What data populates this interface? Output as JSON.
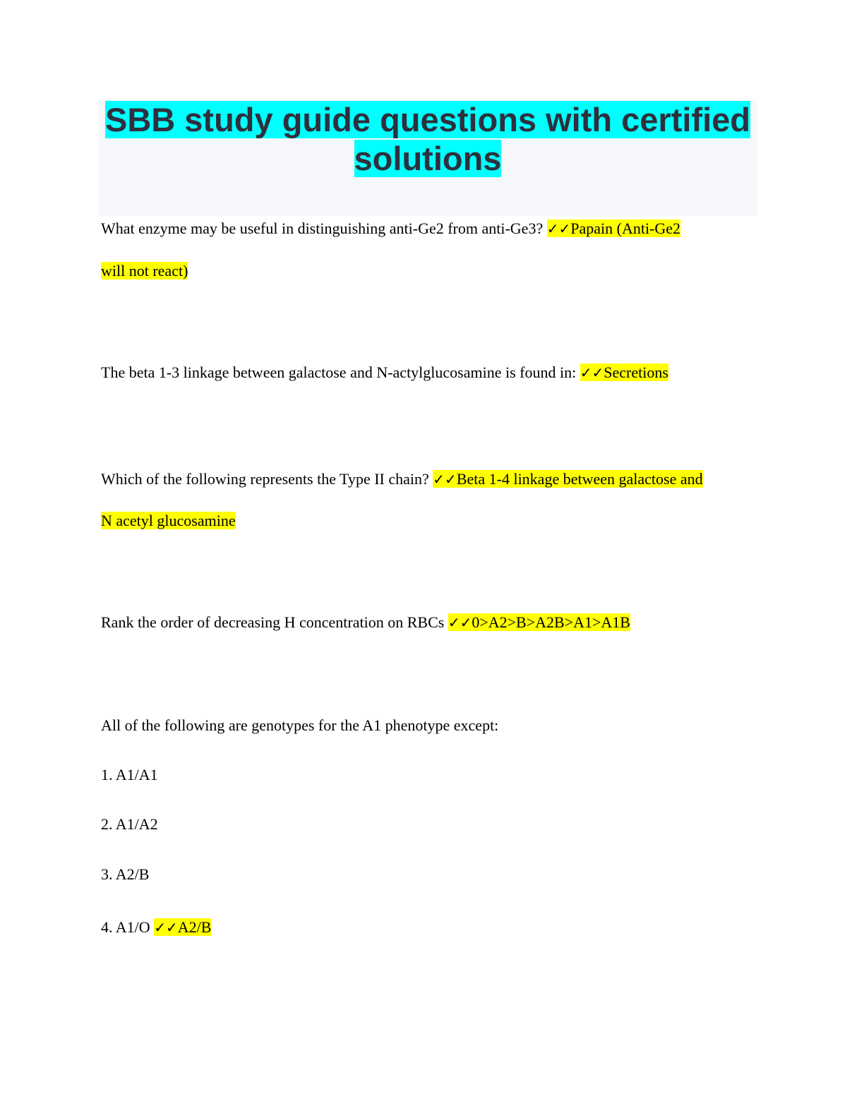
{
  "title": {
    "line1": "SBB study guide questions with certified",
    "line2": "solutions"
  },
  "check_mark": "✓✓",
  "colors": {
    "title_highlight": "#00ffff",
    "answer_highlight": "#ffff00",
    "title_text": "#2e303d"
  },
  "questions": [
    {
      "question": "What enzyme may be useful in distinguishing anti-Ge2 from anti-Ge3?",
      "answer_line1": "Papain (Anti-Ge2",
      "answer_line2": "will not react)"
    },
    {
      "question": "The beta 1-3 linkage between galactose and N-actylglucosamine is found in:",
      "answer": "Secretions"
    },
    {
      "question": "Which of the following represents the Type II chain?",
      "answer_line1": "Beta 1-4 linkage between galactose and",
      "answer_line2": "N acetyl glucosamine"
    },
    {
      "question": "Rank the order of decreasing H concentration on RBCs",
      "answer": "0>A2>B>A2B>A1>A1B"
    },
    {
      "question": "All of the following are genotypes for the A1 phenotype except:",
      "options": [
        "1. A1/A1",
        "2. A1/A2",
        "3. A2/B",
        "4. A1/O"
      ],
      "answer": "A2/B"
    }
  ]
}
